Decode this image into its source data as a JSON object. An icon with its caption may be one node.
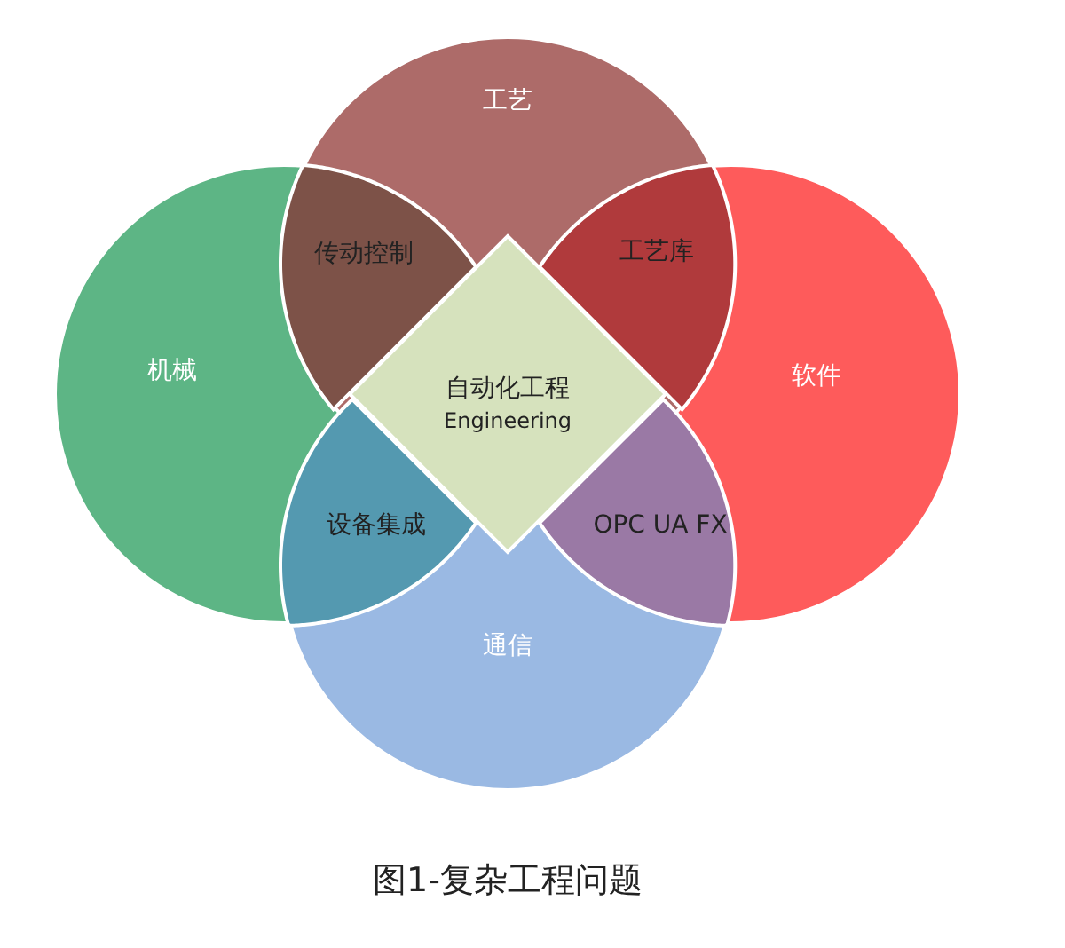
{
  "diagram": {
    "caption": "图1-复杂工程问题",
    "nodes": [
      {
        "text": [
          "工艺"
        ]
      },
      {
        "text": [
          "传动控制"
        ]
      },
      {
        "text": [
          "工艺库"
        ]
      },
      {
        "text": [
          "机械"
        ]
      },
      {
        "text": [
          "自动化工程",
          "Engineering"
        ]
      },
      {
        "text": [
          "软件"
        ]
      },
      {
        "text": [
          "设备集成"
        ]
      },
      {
        "text": [
          "OPC UA FX"
        ]
      },
      {
        "text": [
          "通信"
        ]
      }
    ]
  }
}
